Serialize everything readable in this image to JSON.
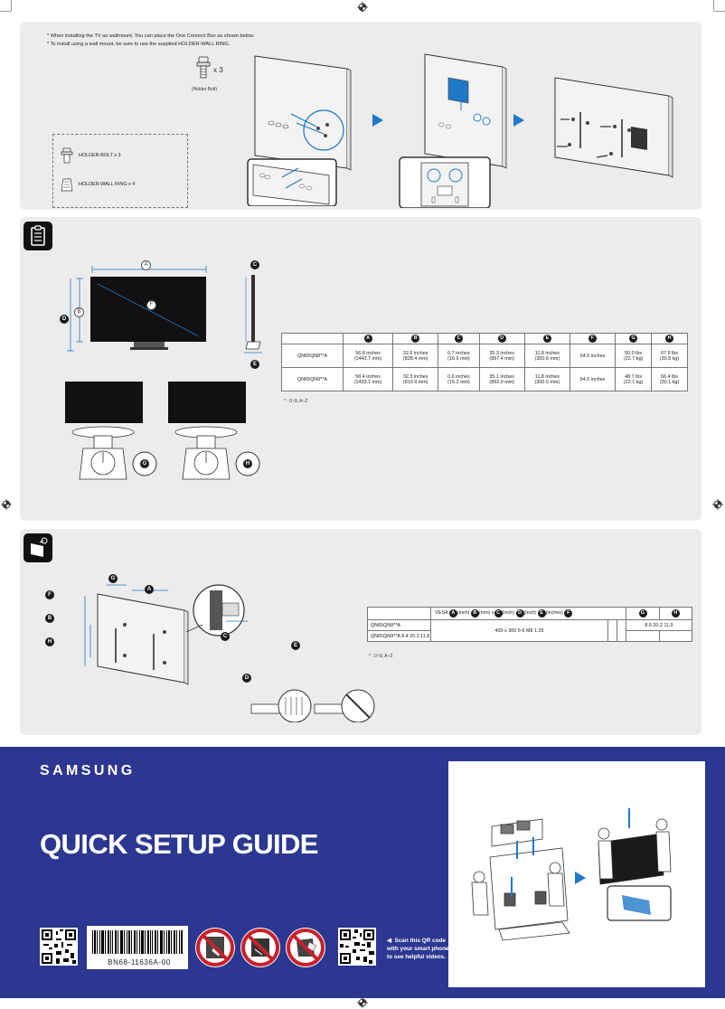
{
  "install_notes": {
    "line1": "* When installing the TV as wallmount, You can place the One Connect Box as shown below.",
    "line2": "* To install using a wall mount, be sure to use the supplied HOLDER-WALL RING."
  },
  "parts": {
    "bolt_count": "x 3",
    "bolt_caption": "(Holder Bolt)",
    "holder_bolt": "HOLDER-BOLT x 3",
    "wall_ring": "HOLDER-WALL RING x 4"
  },
  "specs_table": {
    "headers": [
      "A",
      "B",
      "C",
      "D",
      "E",
      "F",
      "G",
      "H"
    ],
    "rows": [
      {
        "model": "QN65QN8**A",
        "cells": [
          [
            "56.8 inches",
            "(1443.7 mm)"
          ],
          [
            "32.6 inches",
            "(828.4 mm)"
          ],
          [
            "0.7 inches",
            "(16.9 mm)"
          ],
          [
            "35.3 inches",
            "(897.4 mm)"
          ],
          [
            "11.8 inches",
            "(300.6 mm)"
          ],
          [
            "64.5 inches",
            ""
          ],
          [
            "50.0 lbs",
            "(22.7 kg)"
          ],
          [
            "67.9 lbs",
            "(30.8 kg)"
          ]
        ]
      },
      {
        "model": "QN65QN9**A",
        "cells": [
          [
            "56.4 inches",
            "(1433.1 mm)"
          ],
          [
            "32.3 inches",
            "(819.9 mm)"
          ],
          [
            "0.6 inches",
            "(15.2 mm)"
          ],
          [
            "35.1 inches",
            "(892.0 mm)"
          ],
          [
            "11.8 inches",
            "(300.5 mm)"
          ],
          [
            "64.5 inches",
            ""
          ],
          [
            "48.7 lbs",
            "(22.1 kg)"
          ],
          [
            "66.4 lbs",
            "(30.1 kg)"
          ]
        ]
      }
    ],
    "footnote": "* : 0~9, A~Z"
  },
  "vesa_table": {
    "header_text": "VESA",
    "header_units_1": "(inch)",
    "header_x": "x",
    "header_units_2": "(mm)",
    "header_units_3": "(inch)",
    "header_units_4": "(inch)",
    "header_units_5": "(inches)",
    "model1": "QN65QN8**A",
    "model1_values": "8.6 20.2 11.9",
    "shared_vesa": "400 x 300 5-6 M8 1.25",
    "model2": "QN65QN9**A",
    "model2_values": "8.4 20.3 11.8",
    "footnote": "* : 0~9, A~Z"
  },
  "labels": {
    "A": "A",
    "B": "B",
    "C": "C",
    "D": "D",
    "E": "E",
    "F": "F",
    "G": "G",
    "H": "H"
  },
  "cover": {
    "brand": "SAMSUNG",
    "title": "QUICK SETUP GUIDE",
    "barcode_text": "BN68-11636A-00",
    "scan_line1": "Scan this QR code",
    "scan_line2": "with your smart phone",
    "scan_line3": "to see helpful videos."
  },
  "colors": {
    "cover_blue": "#2b3790",
    "arrow_blue": "#1f79c8",
    "warning_red": "#c8202a"
  }
}
